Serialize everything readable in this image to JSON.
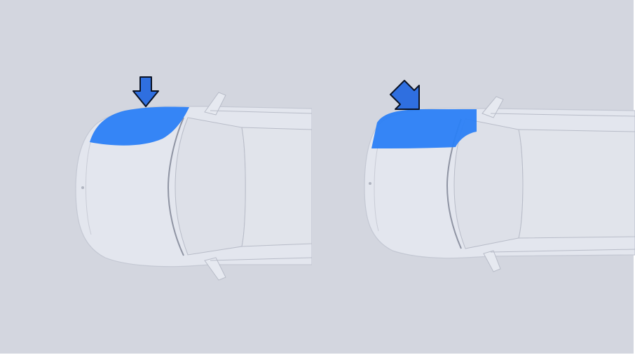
{
  "panels": [
    {
      "car": "car-top-view-left",
      "highlight": "highlighted-hood-area",
      "indicator": "down-arrow-icon"
    },
    {
      "car": "car-top-view-right",
      "highlight": "highlighted-hood-edge-area",
      "indicator": "diagonal-arrow-icon"
    }
  ],
  "colors": {
    "background": "#d3d6df",
    "car_body": "#e3e6ee",
    "car_line": "#b8bcc8",
    "highlight": "#2b7ff5",
    "arrow_fill": "#2f6fe0",
    "arrow_outline": "#0b1324"
  }
}
